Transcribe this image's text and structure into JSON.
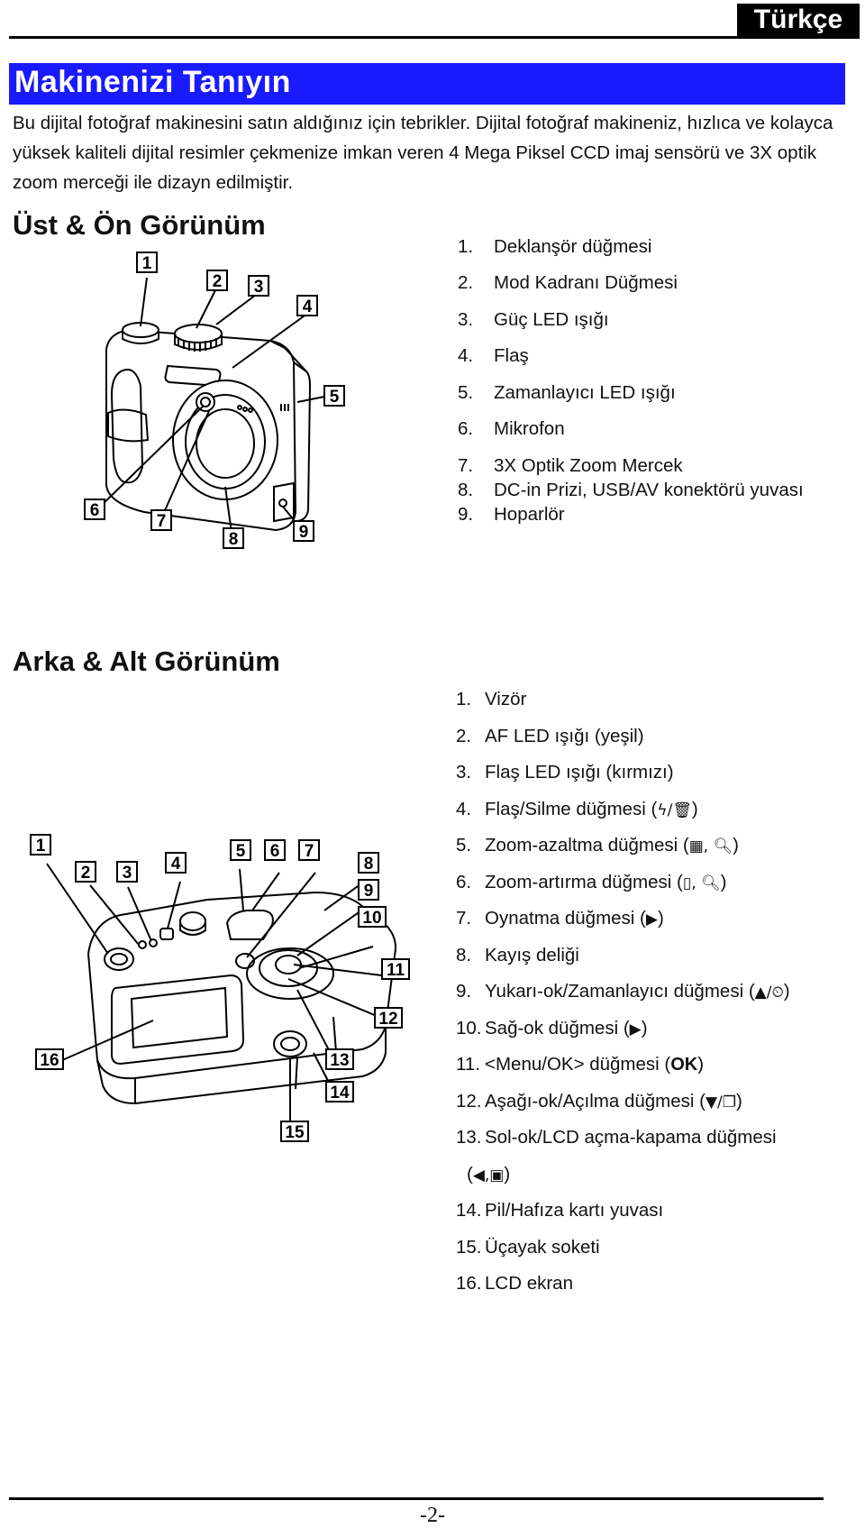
{
  "language_tag": "Türkçe",
  "title": "Makinenizi Tanıyın",
  "intro": "Bu dijital fotoğraf makinesini satın aldığınız için tebrikler. Dijital fotoğraf makineniz, hızlıca ve kolayca yüksek kaliteli dijital resimler çekmenize imkan veren 4 Mega Piksel CCD imaj sensörü ve 3X optik zoom merceği ile dizayn edilmiştir.",
  "front": {
    "heading": "Üst & Ön Görünüm",
    "items": [
      {
        "num": "1.",
        "label": "Deklanşör düğmesi"
      },
      {
        "num": "2.",
        "label": "Mod Kadranı Düğmesi"
      },
      {
        "num": "3.",
        "label": "Güç LED ışığı"
      },
      {
        "num": "4.",
        "label": "Flaş"
      },
      {
        "num": "5.",
        "label": "Zamanlayıcı LED ışığı"
      },
      {
        "num": "6.",
        "label": "Mikrofon"
      },
      {
        "num": "7.",
        "label": "3X Optik Zoom Mercek"
      },
      {
        "num": "8.",
        "label": "DC-in Prizi, USB/AV konektörü yuvası"
      },
      {
        "num": "9.",
        "label": "Hoparlör"
      }
    ],
    "callouts": [
      "1",
      "2",
      "3",
      "4",
      "5",
      "6",
      "7",
      "8",
      "9"
    ]
  },
  "back": {
    "heading": "Arka & Alt Görünüm",
    "items": [
      {
        "num": "1.",
        "label": "Vizör",
        "glyphs": "",
        "tail": ""
      },
      {
        "num": "2.",
        "label": "AF LED ışığı (yeşil)",
        "glyphs": "",
        "tail": ""
      },
      {
        "num": "3.",
        "label": "Flaş LED ışığı (kırmızı)",
        "glyphs": "",
        "tail": ""
      },
      {
        "num": "4.",
        "label": "Flaş/Silme düğmesi (",
        "glyphs": "ϟ/🗑",
        "tail": ")"
      },
      {
        "num": "5.",
        "label": "Zoom-azaltma düğmesi (",
        "glyphs": "▦, 🔍︎",
        "tail": ")"
      },
      {
        "num": "6.",
        "label": "Zoom-artırma düğmesi (",
        "glyphs": "▯, 🔍︎",
        "tail": ")"
      },
      {
        "num": "7.",
        "label": "Oynatma düğmesi (",
        "glyphs": "▶",
        "tail": ")"
      },
      {
        "num": "8.",
        "label": "Kayış deliği",
        "glyphs": "",
        "tail": ""
      },
      {
        "num": "9.",
        "label": "Yukarı-ok/Zamanlayıcı düğmesi (",
        "glyphs": "▲/⏲",
        "tail": ")"
      },
      {
        "num": "10.",
        "label": "Sağ-ok düğmesi (",
        "glyphs": "▶",
        "tail": ")"
      },
      {
        "num": "11.",
        "label": "<Menu/OK> düğmesi (",
        "glyphs": "OK",
        "tail": ")"
      },
      {
        "num": "12.",
        "label": "Aşağı-ok/Açılma düğmesi (",
        "glyphs": "▼/❐",
        "tail": ")"
      },
      {
        "num": "13.",
        "label": "Sol-ok/LCD açma-kapama düğmesi",
        "glyphs": "",
        "tail": ""
      },
      {
        "num": "",
        "label": "(",
        "glyphs": "◀,▣",
        "tail": ")"
      },
      {
        "num": "14.",
        "label": "Pil/Hafıza kartı yuvası",
        "glyphs": "",
        "tail": ""
      },
      {
        "num": "15.",
        "label": "Üçayak soketi",
        "glyphs": "",
        "tail": ""
      },
      {
        "num": "16.",
        "label": "LCD ekran",
        "glyphs": "",
        "tail": ""
      }
    ],
    "callouts": [
      "1",
      "2",
      "3",
      "4",
      "5",
      "6",
      "7",
      "8",
      "9",
      "10",
      "11",
      "12",
      "13",
      "14",
      "15",
      "16"
    ]
  },
  "page_number": "-2-"
}
